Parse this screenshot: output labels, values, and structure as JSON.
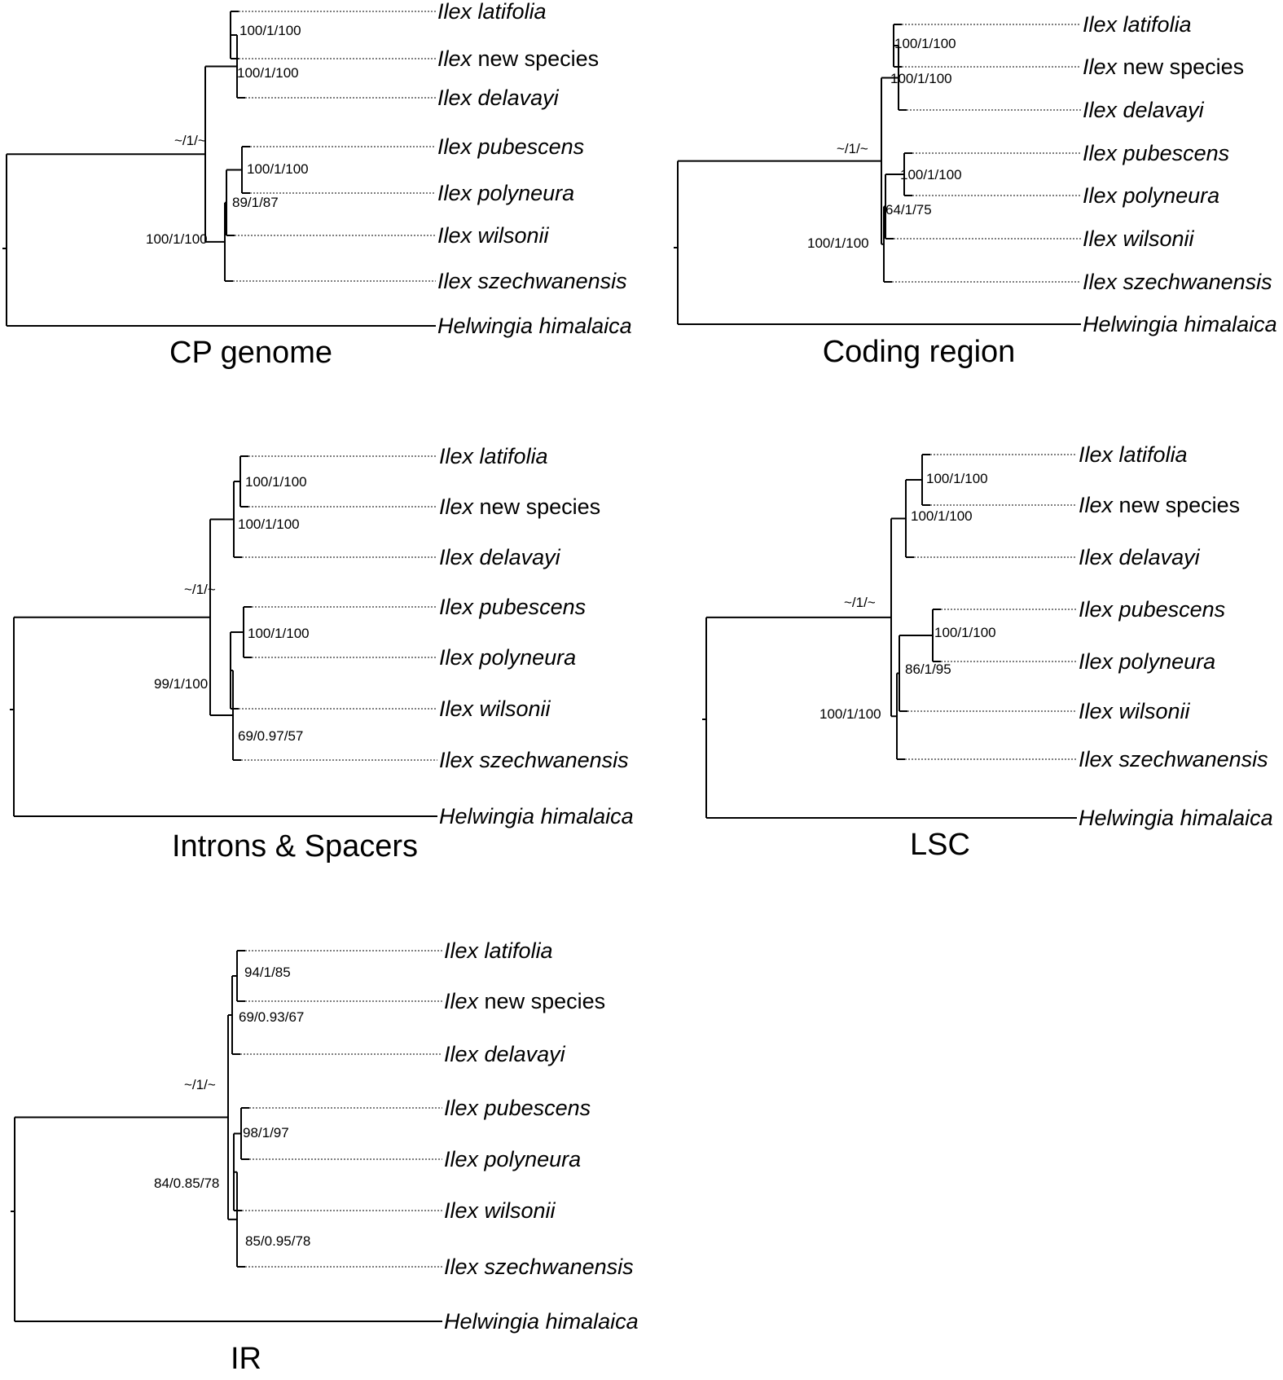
{
  "panels": [
    {
      "caption": "CP genome",
      "supports": [
        "100/1/100",
        "100/1/100",
        "~/1/~",
        "100/1/100",
        "89/1/87",
        "100/1/100"
      ],
      "taxa": [
        {
          "genus": "Ilex",
          "epithet": "latifolia",
          "epithet_italic": true
        },
        {
          "genus": "Ilex",
          "epithet": "new species",
          "epithet_italic": false
        },
        {
          "genus": "Ilex",
          "epithet": "delavayi",
          "epithet_italic": true
        },
        {
          "genus": "Ilex",
          "epithet": "pubescens",
          "epithet_italic": true
        },
        {
          "genus": "Ilex",
          "epithet": "polyneura",
          "epithet_italic": true
        },
        {
          "genus": "Ilex",
          "epithet": "wilsonii",
          "epithet_italic": true
        },
        {
          "genus": "Ilex",
          "epithet": "szechwanensis",
          "epithet_italic": true
        },
        {
          "genus": "Helwingia",
          "epithet": "himalaica",
          "epithet_italic": true
        }
      ]
    },
    {
      "caption": "Coding region",
      "supports": [
        "100/1/100",
        "100/1/100",
        "~/1/~",
        "100/1/100",
        "64/1/75",
        "100/1/100"
      ],
      "taxa": [
        {
          "genus": "Ilex",
          "epithet": "latifolia",
          "epithet_italic": true
        },
        {
          "genus": "Ilex",
          "epithet": "new species",
          "epithet_italic": false
        },
        {
          "genus": "Ilex",
          "epithet": "delavayi",
          "epithet_italic": true
        },
        {
          "genus": "Ilex",
          "epithet": "pubescens",
          "epithet_italic": true
        },
        {
          "genus": "Ilex",
          "epithet": "polyneura",
          "epithet_italic": true
        },
        {
          "genus": "Ilex",
          "epithet": "wilsonii",
          "epithet_italic": true
        },
        {
          "genus": "Ilex",
          "epithet": "szechwanensis",
          "epithet_italic": true
        },
        {
          "genus": "Helwingia",
          "epithet": "himalaica",
          "epithet_italic": true
        }
      ]
    },
    {
      "caption": "Introns & Spacers",
      "supports": [
        "100/1/100",
        "100/1/100",
        "~/1/~",
        "100/1/100",
        "99/1/100",
        "69/0.97/57"
      ],
      "taxa": [
        {
          "genus": "Ilex",
          "epithet": "latifolia",
          "epithet_italic": true
        },
        {
          "genus": "Ilex",
          "epithet": "new species",
          "epithet_italic": false
        },
        {
          "genus": "Ilex",
          "epithet": "delavayi",
          "epithet_italic": true
        },
        {
          "genus": "Ilex",
          "epithet": "pubescens",
          "epithet_italic": true
        },
        {
          "genus": "Ilex",
          "epithet": "polyneura",
          "epithet_italic": true
        },
        {
          "genus": "Ilex",
          "epithet": "wilsonii",
          "epithet_italic": true
        },
        {
          "genus": "Ilex",
          "epithet": "szechwanensis",
          "epithet_italic": true
        },
        {
          "genus": "Helwingia",
          "epithet": "himalaica",
          "epithet_italic": true
        }
      ]
    },
    {
      "caption": "LSC",
      "supports": [
        "100/1/100",
        "100/1/100",
        "~/1/~",
        "100/1/100",
        "86/1/95",
        "100/1/100"
      ],
      "taxa": [
        {
          "genus": "Ilex",
          "epithet": "latifolia",
          "epithet_italic": true
        },
        {
          "genus": "Ilex",
          "epithet": "new species",
          "epithet_italic": false
        },
        {
          "genus": "Ilex",
          "epithet": "delavayi",
          "epithet_italic": true
        },
        {
          "genus": "Ilex",
          "epithet": "pubescens",
          "epithet_italic": true
        },
        {
          "genus": "Ilex",
          "epithet": "polyneura",
          "epithet_italic": true
        },
        {
          "genus": "Ilex",
          "epithet": "wilsonii",
          "epithet_italic": true
        },
        {
          "genus": "Ilex",
          "epithet": "szechwanensis",
          "epithet_italic": true
        },
        {
          "genus": "Helwingia",
          "epithet": "himalaica",
          "epithet_italic": true
        }
      ]
    },
    {
      "caption": "IR",
      "supports": [
        "94/1/85",
        "69/0.93/67",
        "~/1/~",
        "98/1/97",
        "84/0.85/78",
        "85/0.95/78"
      ],
      "taxa": [
        {
          "genus": "Ilex",
          "epithet": "latifolia",
          "epithet_italic": true
        },
        {
          "genus": "Ilex",
          "epithet": "new species",
          "epithet_italic": false
        },
        {
          "genus": "Ilex",
          "epithet": "delavayi",
          "epithet_italic": true
        },
        {
          "genus": "Ilex",
          "epithet": "pubescens",
          "epithet_italic": true
        },
        {
          "genus": "Ilex",
          "epithet": "polyneura",
          "epithet_italic": true
        },
        {
          "genus": "Ilex",
          "epithet": "wilsonii",
          "epithet_italic": true
        },
        {
          "genus": "Ilex",
          "epithet": "szechwanensis",
          "epithet_italic": true
        },
        {
          "genus": "Helwingia",
          "epithet": "himalaica",
          "epithet_italic": true
        }
      ]
    }
  ]
}
